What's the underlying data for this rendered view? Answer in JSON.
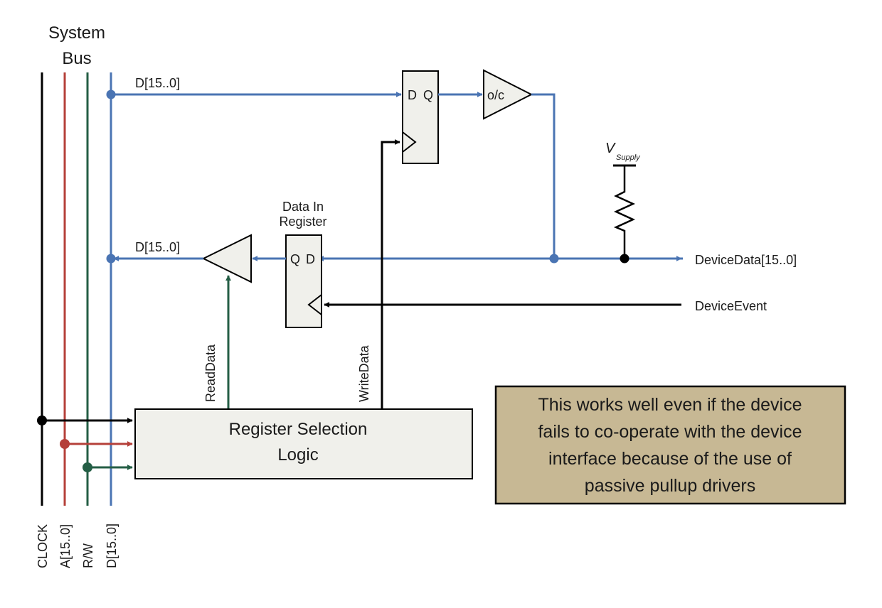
{
  "title": {
    "line1": "System",
    "line2": "Bus"
  },
  "bus_labels": {
    "clock": "CLOCK",
    "address": "A[15..0]",
    "rw": "R/W",
    "data": "D[15..0]"
  },
  "signals": {
    "data_out": "D[15..0]",
    "data_in": "D[15..0]",
    "device_data": "DeviceData[15..0]",
    "device_event": "DeviceEvent",
    "read_data": "ReadData",
    "write_data": "WriteData"
  },
  "components": {
    "output_register_d": "D",
    "output_register_q": "Q",
    "oc_buffer": "o/c",
    "input_register_title_1": "Data In",
    "input_register_title_2": "Register",
    "input_register_q": "Q",
    "input_register_d": "D",
    "supply_v": "V",
    "supply_sub": "Supply",
    "selection_logic_1": "Register Selection",
    "selection_logic_2": "Logic"
  },
  "note": {
    "line1": "This works well even if the device",
    "line2": "fails to co-operate with the device",
    "line3": "interface because of the use of",
    "line4": "passive pullup drivers"
  },
  "colors": {
    "clock": "#000000",
    "address": "#b5403a",
    "rw": "#245e45",
    "data": "#4a74b3",
    "block_fill": "#f0f0eb",
    "note_fill": "#c7b894"
  }
}
